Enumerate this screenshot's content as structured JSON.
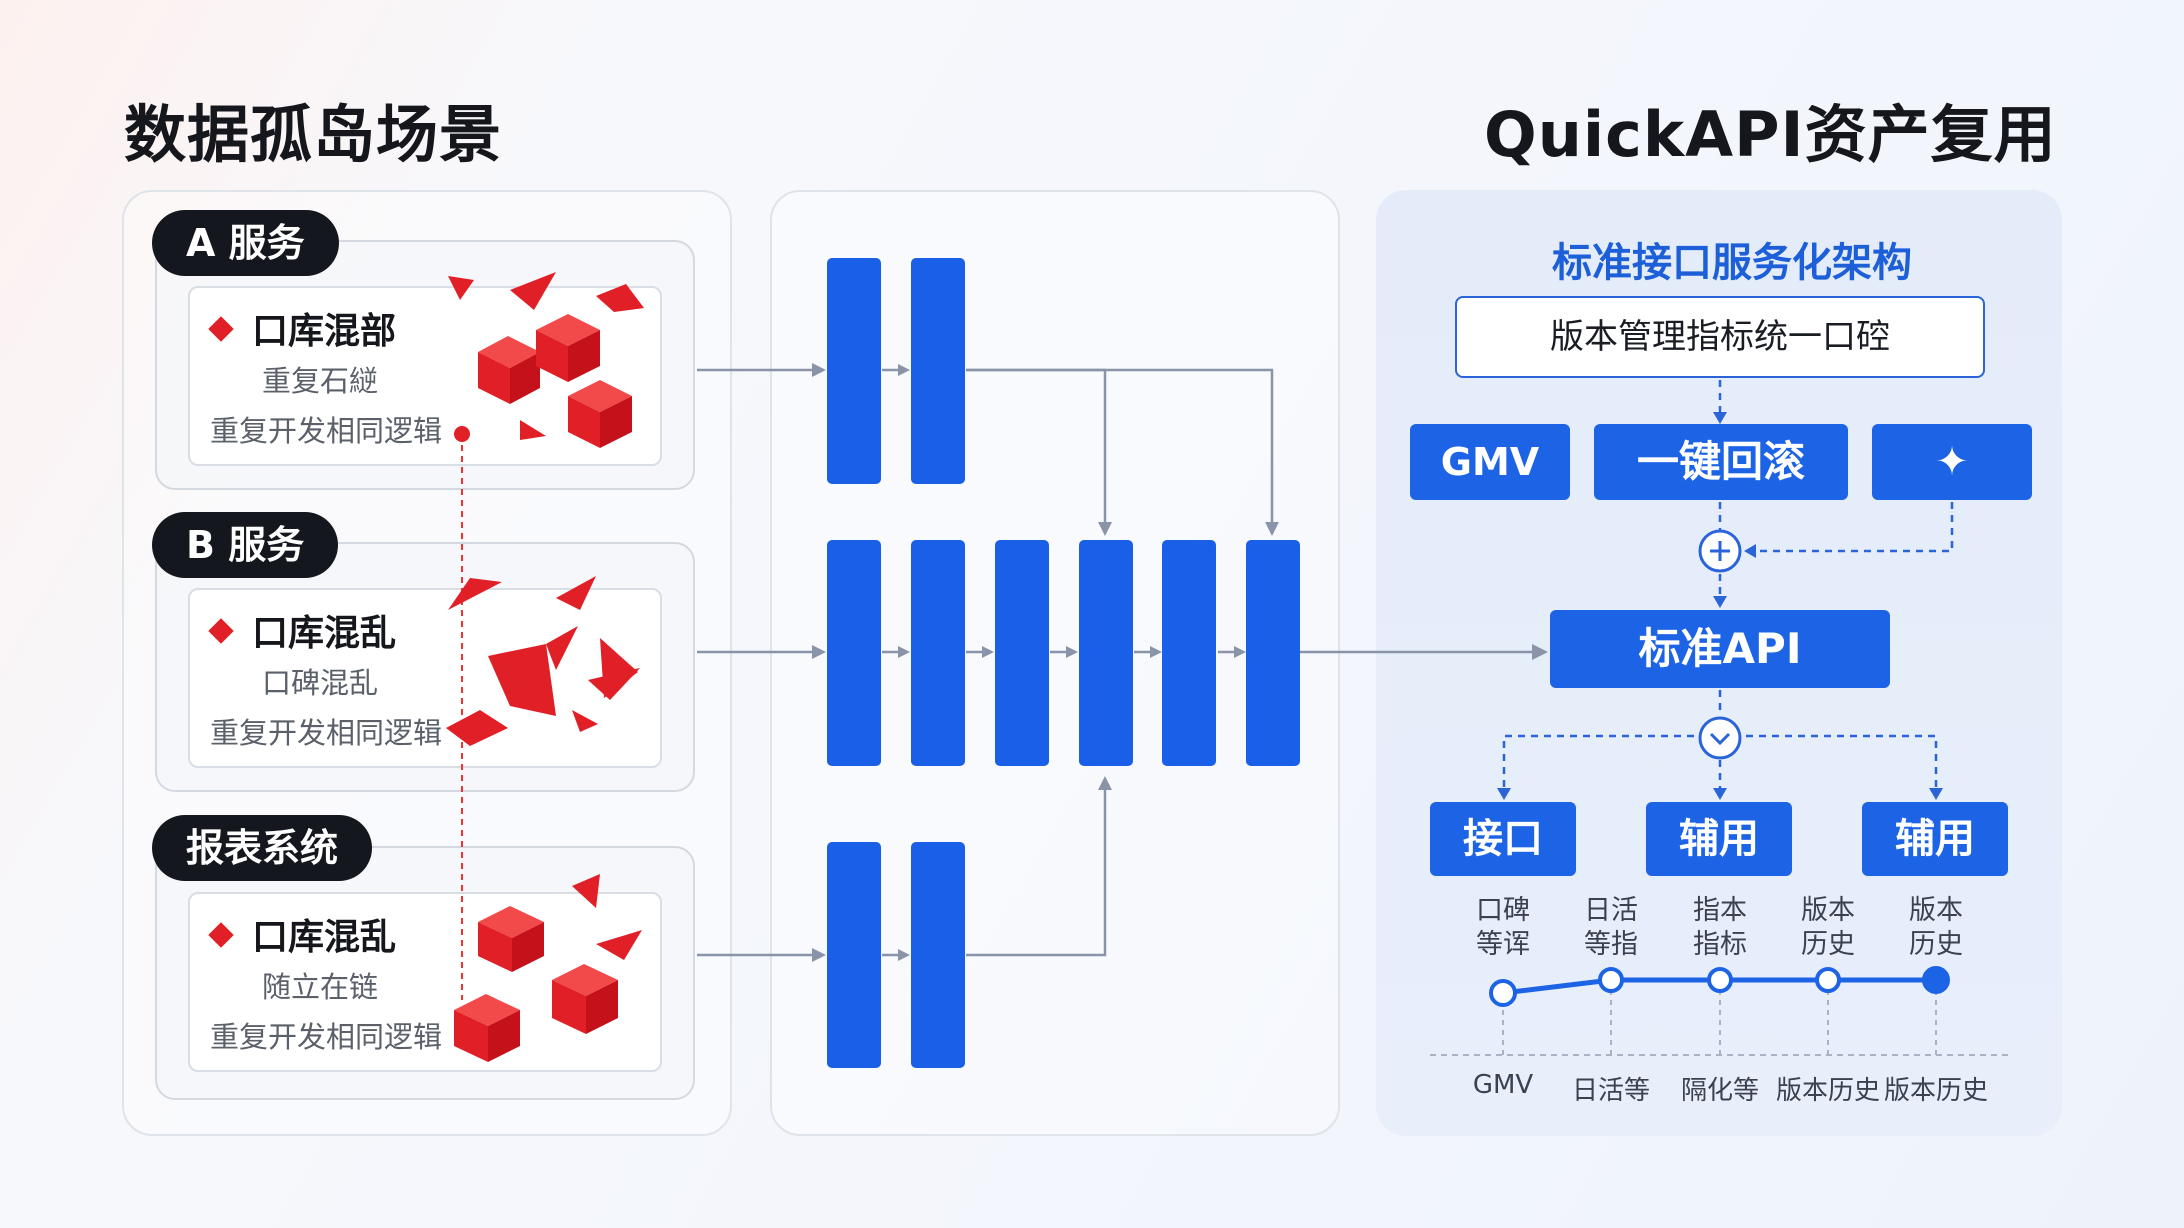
{
  "titles": {
    "left": "数据孤岛场景",
    "right": "QuickAPI资产复用"
  },
  "services": [
    {
      "tag": "A 服务",
      "heading": "口库混部",
      "line1": "重复石縌",
      "line2": "重复开发相同逻辑"
    },
    {
      "tag": "B 服务",
      "heading": "口库混乱",
      "line1": "口碑混乱",
      "line2": "重复开发相同逻辑"
    },
    {
      "tag": "报表系统",
      "heading": "口库混乱",
      "line1": "随立在链",
      "line2": "重复开发相同逻辑"
    }
  ],
  "architecture": {
    "title": "标准接口服务化架构",
    "management": "版本管理指标统一口硿",
    "top_buttons": [
      "GMV",
      "一键回滚",
      "✦"
    ],
    "center": "标准API",
    "outputs": [
      "接口",
      "辅用",
      "辅用"
    ],
    "timeline_labels": [
      [
        "口碑",
        "等诨"
      ],
      [
        "日活",
        "等指"
      ],
      [
        "指本",
        "指标"
      ],
      [
        "版本",
        "历史"
      ],
      [
        "版本",
        "历史"
      ]
    ],
    "axis_labels": [
      "GMV",
      "日活等",
      "隔化等",
      "版本历史",
      "版本历史"
    ]
  },
  "colors": {
    "accent_blue": "#1d63e6",
    "alert_red": "#e11f26",
    "dark_tag": "#14171d"
  },
  "icons": [
    "plus-circle-icon",
    "check-circle-icon",
    "sparkle-icon",
    "diamond-bullet-icon",
    "cube-icon"
  ]
}
